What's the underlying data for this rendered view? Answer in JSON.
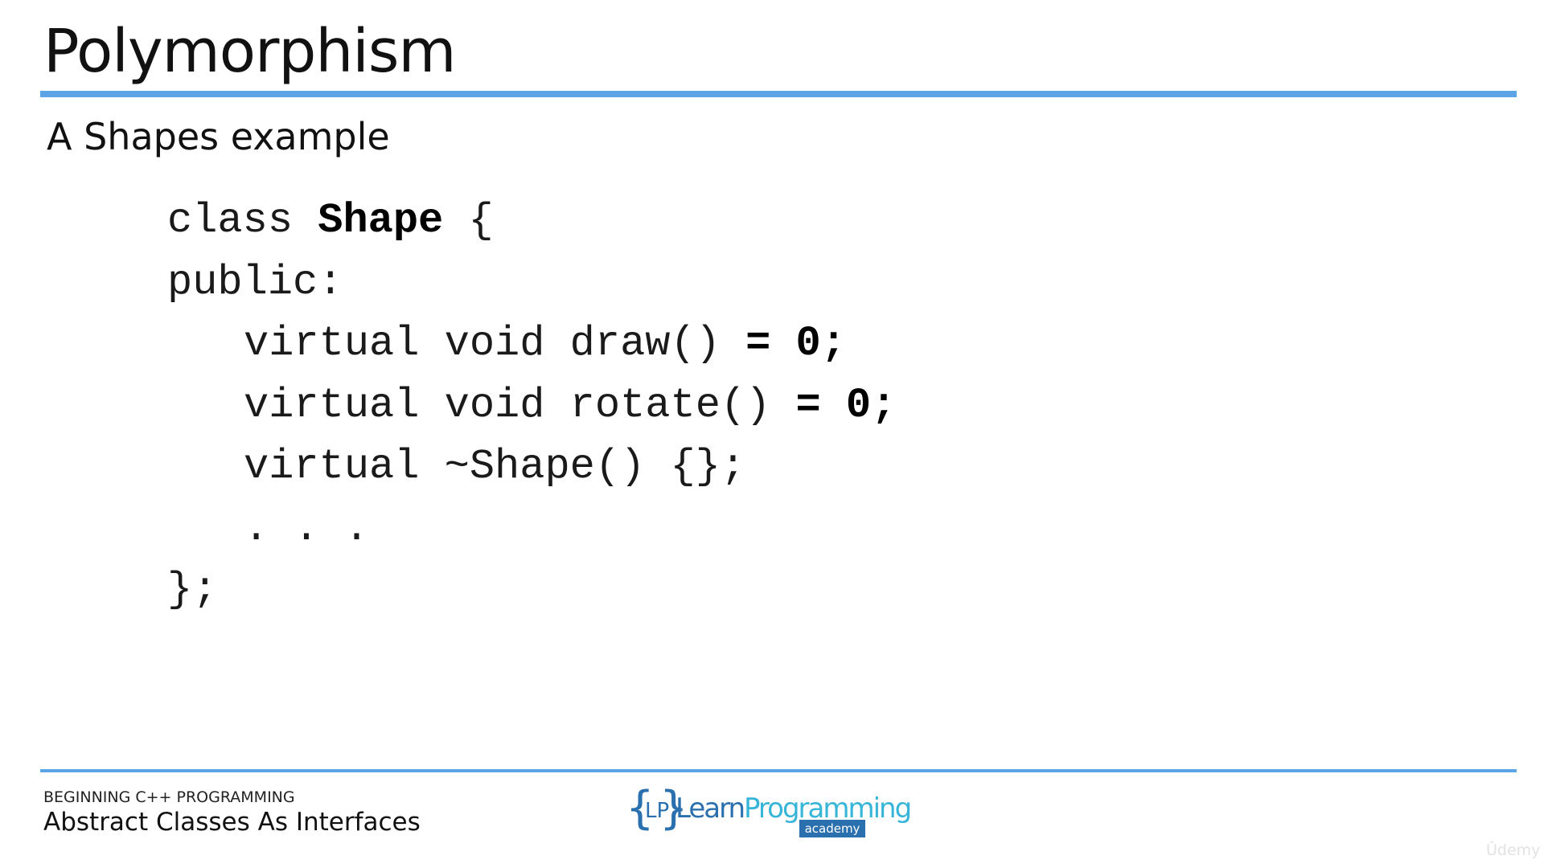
{
  "slide": {
    "title": "Polymorphism",
    "subtitle": "A Shapes example"
  },
  "code": {
    "line1_kw": "class ",
    "line1_name": "Shape",
    "line1_brace": " {",
    "line2": "public:",
    "line3_sig": "virtual void draw() ",
    "line3_pure": "= 0;",
    "line4_sig": "virtual void rotate() ",
    "line4_pure": "= 0;",
    "line5": "virtual ~Shape() {};",
    "line6": ". . .",
    "line7": "};"
  },
  "footer": {
    "course": "BEGINNING C++ PROGRAMMING",
    "lecture": "Abstract Classes As Interfaces"
  },
  "logo": {
    "brace_open": "{",
    "mark": "LP",
    "brace_close": "}",
    "learn": "Learn",
    "programming": "Programming",
    "academy": "academy"
  },
  "watermark": "Ûdemy",
  "colors": {
    "accent_rule": "#5ba4e6",
    "logo_dark": "#2a6fae",
    "logo_light": "#36b5d8"
  }
}
